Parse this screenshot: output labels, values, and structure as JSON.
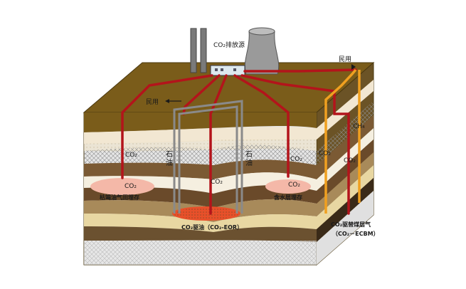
{
  "labels": {
    "emission_source": "CO₂排放源",
    "civil_use_top": "民用",
    "civil_use_left": "民用",
    "oil_left": "石油",
    "oil_right": "石油",
    "co2_a": "CO₂",
    "co2_b": "CO₂",
    "co2_c": "CO₂",
    "co2_d": "CO₂",
    "co2_e": "CO₂",
    "co2_f": "CO₂",
    "co2_g": "CO₂",
    "ch4": "CH₄",
    "depleted_storage": "枯竭油气田埋存",
    "aquifer_storage": "含水层埋存",
    "eor": "CO₂驱油（CO₂-EOR）",
    "ecbm": "CO₂驱替煤层气",
    "ecbm_abbr": "（CO₂－ECBM）"
  },
  "colors": {
    "co2_pipe": "#b3141b",
    "ch4_pipe": "#f0a020",
    "oil_pipe": "#8a8a8a",
    "surface": "#7a5c1a"
  }
}
